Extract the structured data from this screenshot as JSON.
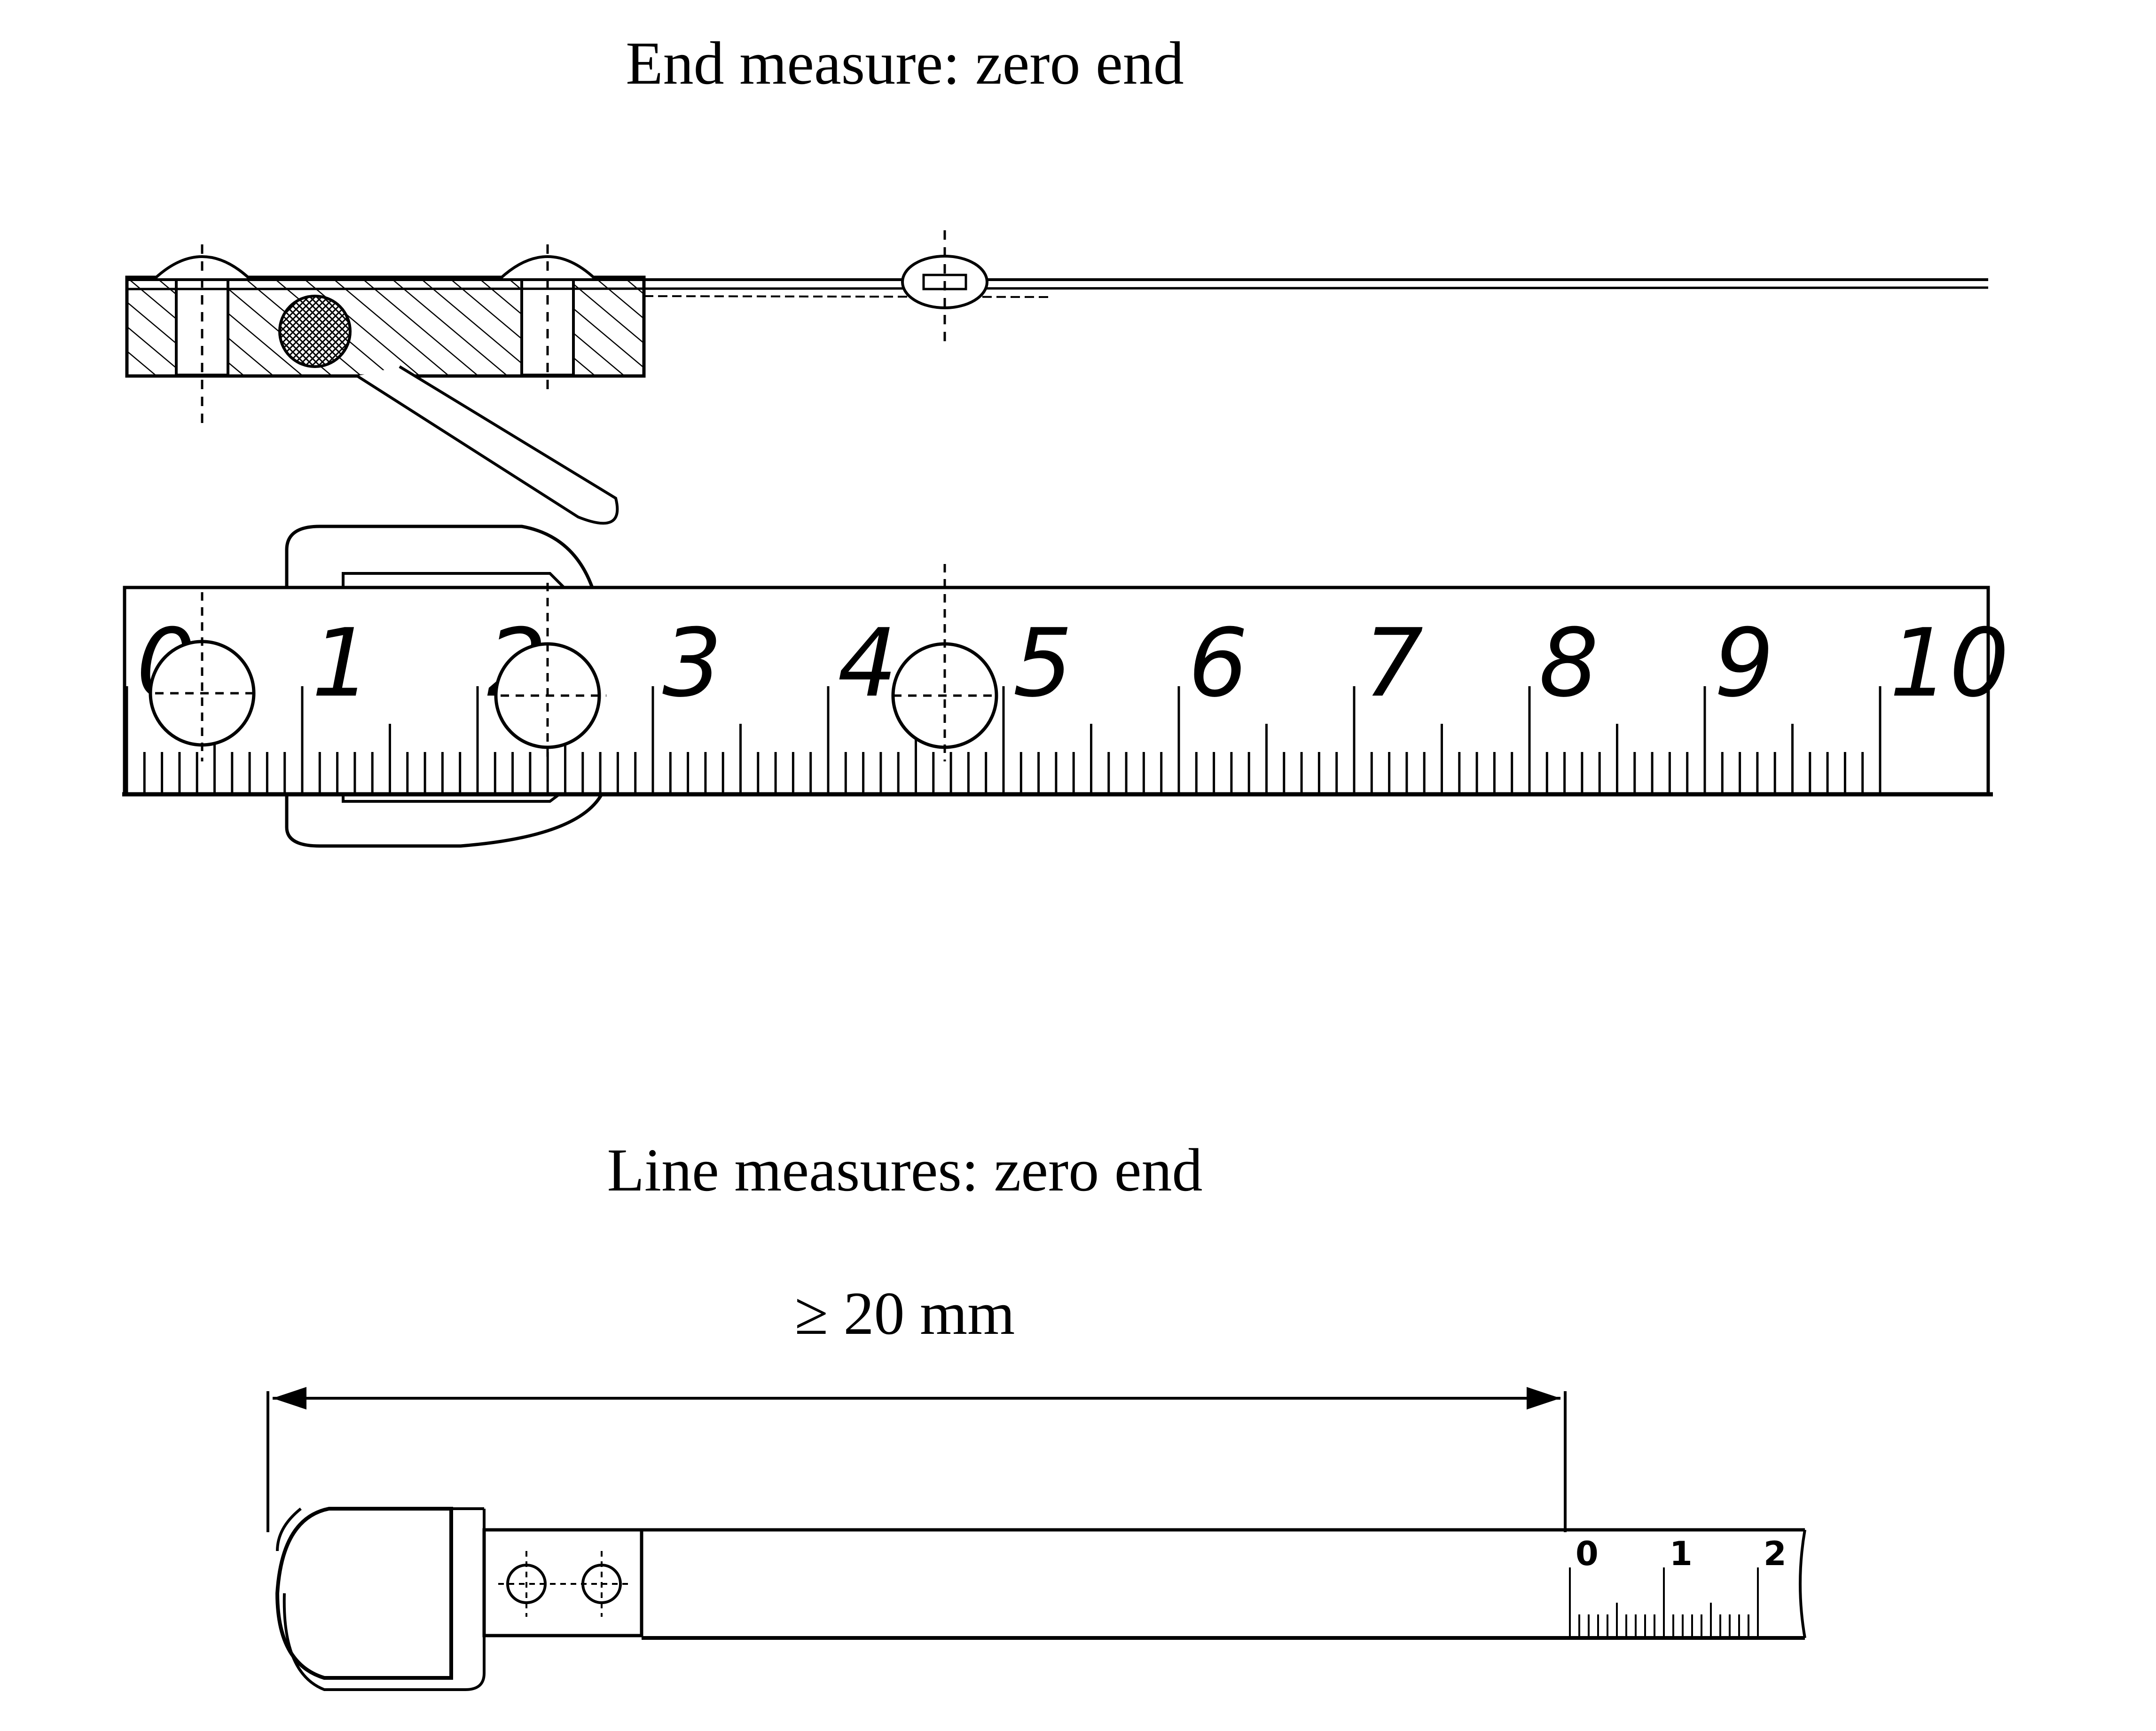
{
  "captions": {
    "end_measure": "End measure: zero end",
    "line_measures": "Line measures: zero end",
    "min_length": "≥ 20 mm"
  },
  "upper_tape": {
    "scale_labels": [
      "0",
      "1",
      "2",
      "3",
      "4",
      "5",
      "6",
      "7",
      "8",
      "9",
      "10"
    ]
  },
  "lower_tape": {
    "scale_labels": [
      "0",
      "1",
      "2"
    ]
  },
  "colors": {
    "ink": "#000000",
    "paper": "#ffffff"
  }
}
